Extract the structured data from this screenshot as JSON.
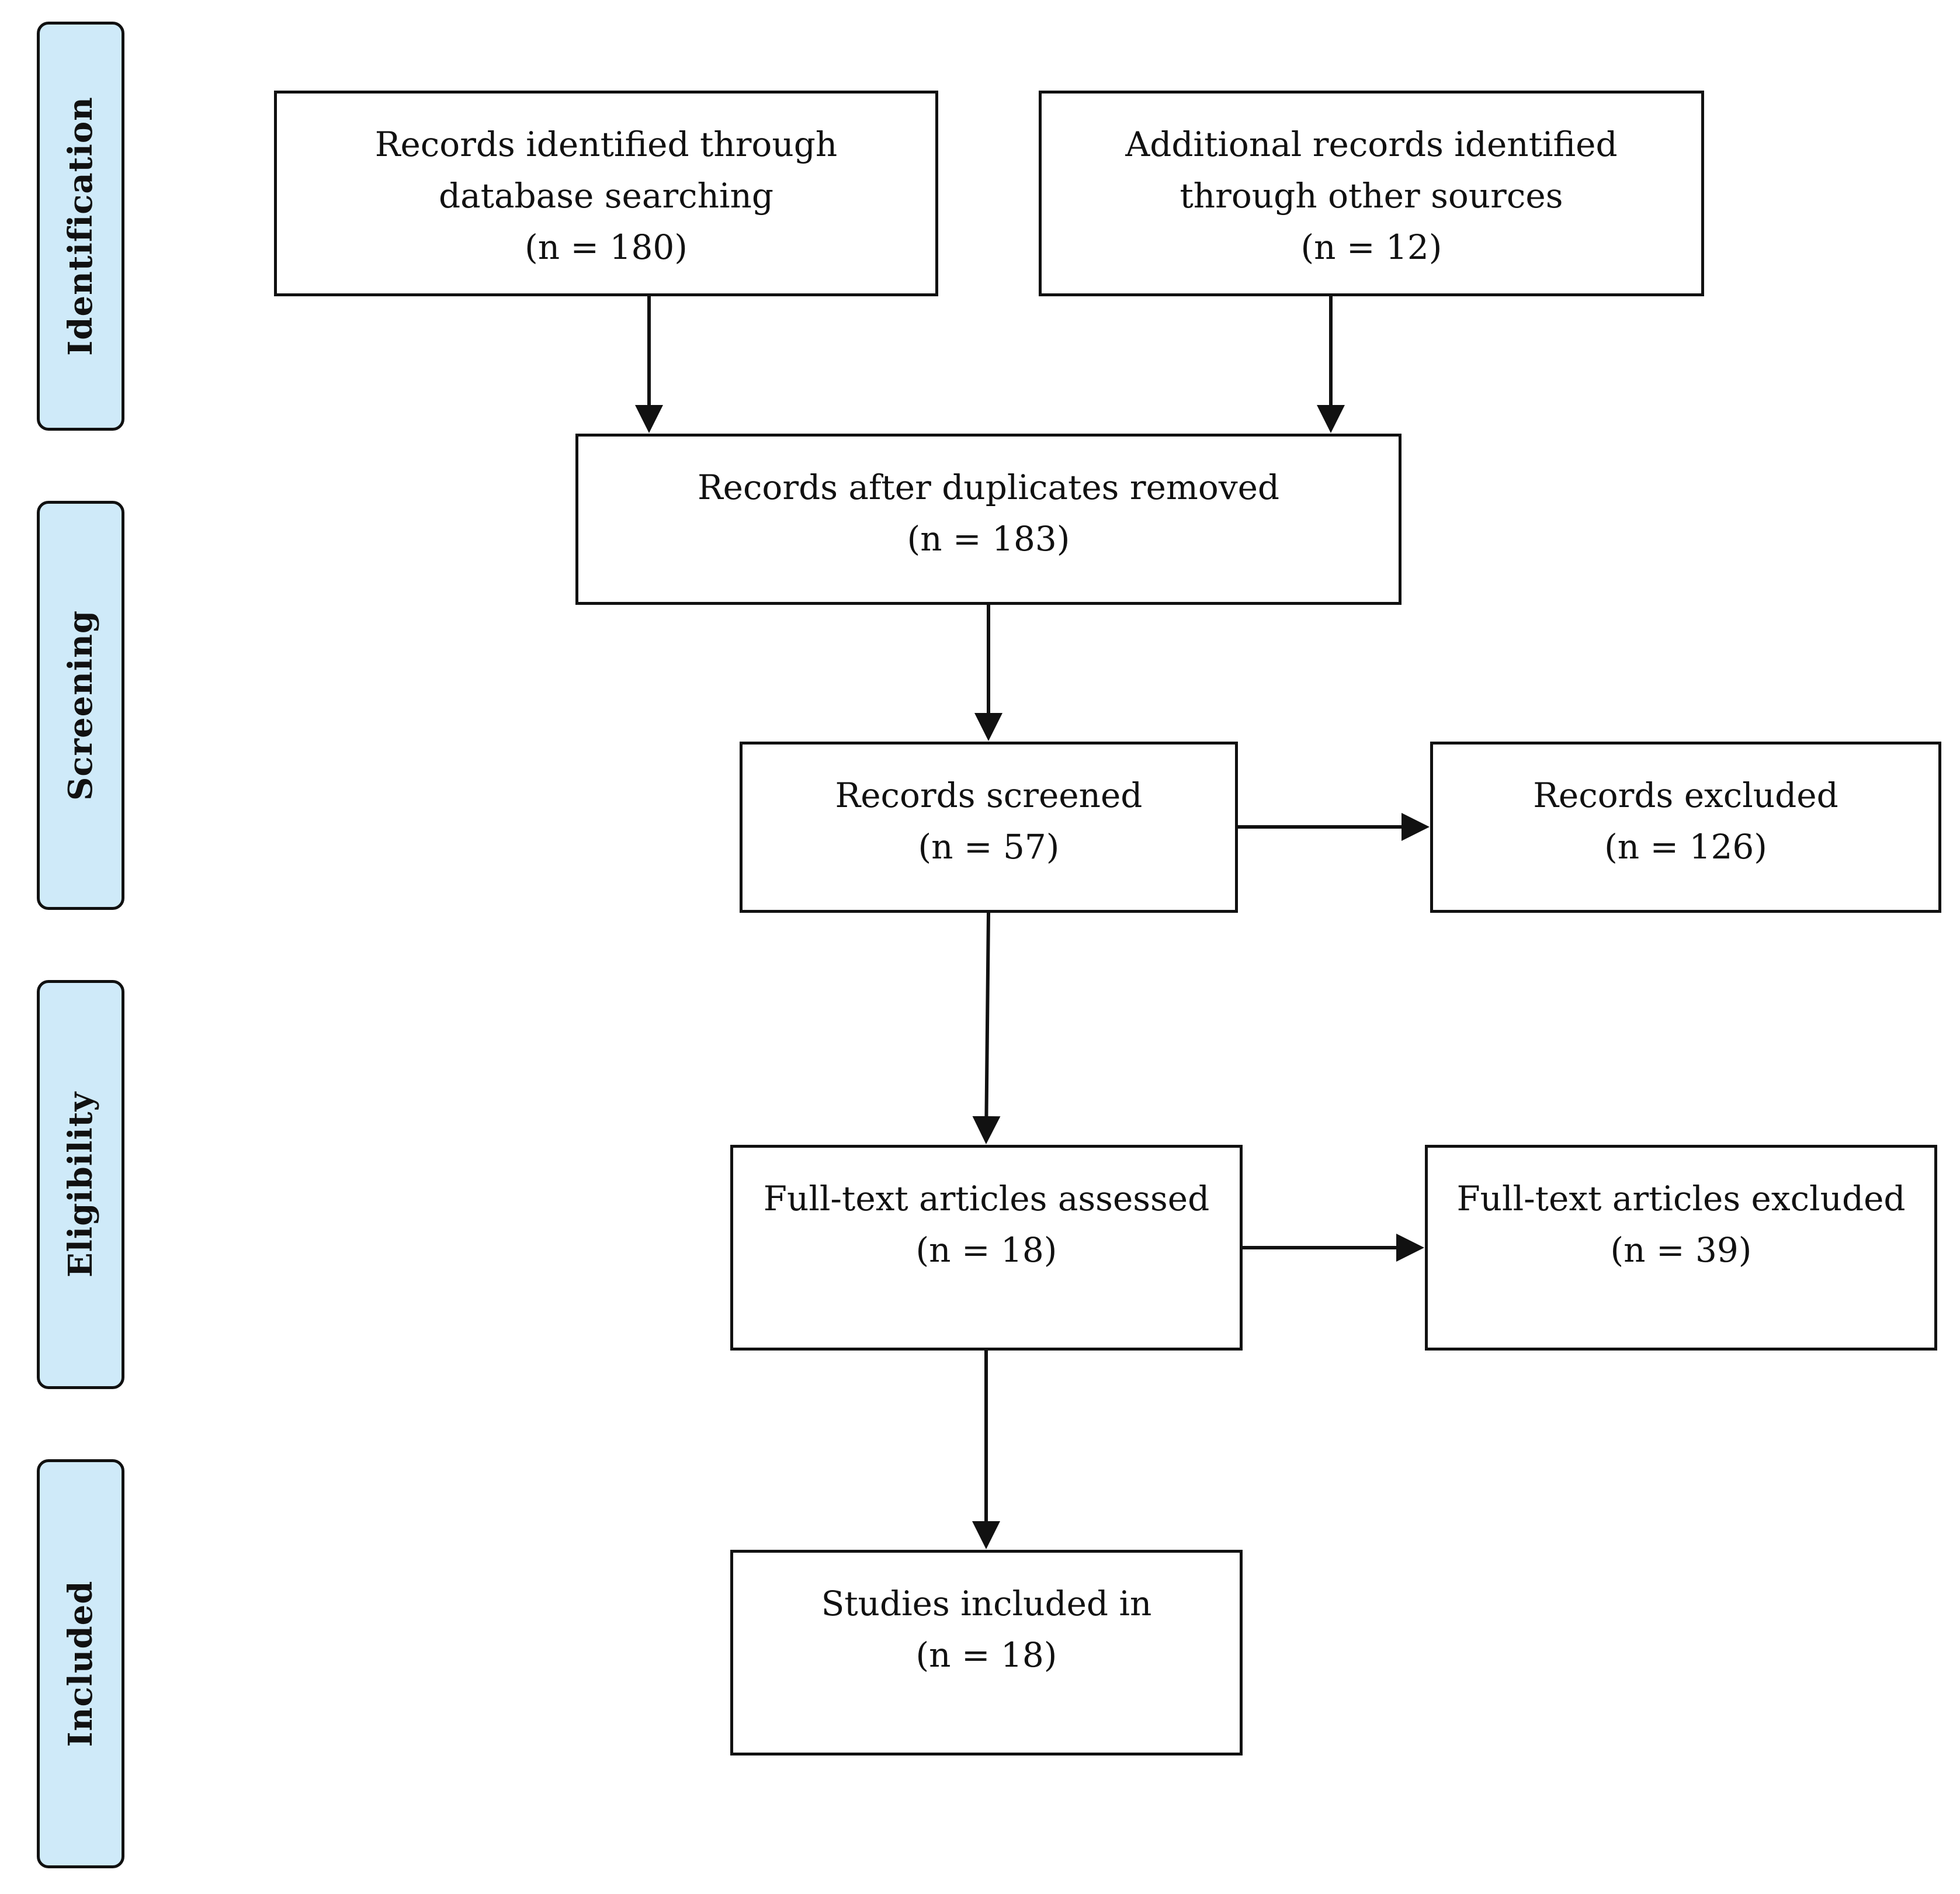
{
  "phases": {
    "identification": "Identification",
    "screening": "Screening",
    "eligibility": "Eligibility",
    "included": "Included"
  },
  "boxes": {
    "database_records": {
      "line1": "Records identified through",
      "line2": "database searching",
      "count": "(n = 180)"
    },
    "other_records": {
      "line1": "Additional records identified",
      "line2": "through other sources",
      "count": "(n = 12)"
    },
    "after_duplicates": {
      "line1": "Records after duplicates removed",
      "count": "(n = 183)"
    },
    "screened": {
      "line1": "Records screened",
      "count": "(n = 57)"
    },
    "excluded": {
      "line1": "Records excluded",
      "count": "(n = 126)"
    },
    "fulltext_assessed": {
      "line1": "Full-text articles assessed",
      "count": "(n = 18)"
    },
    "fulltext_excluded": {
      "line1": "Full-text articles excluded",
      "count": "(n = 39)"
    },
    "studies_included": {
      "line1": "Studies included in",
      "count": "(n = 18)"
    }
  },
  "colors": {
    "phase_fill": "#cfeaf9",
    "stroke": "#111111",
    "box_fill": "#ffffff"
  }
}
